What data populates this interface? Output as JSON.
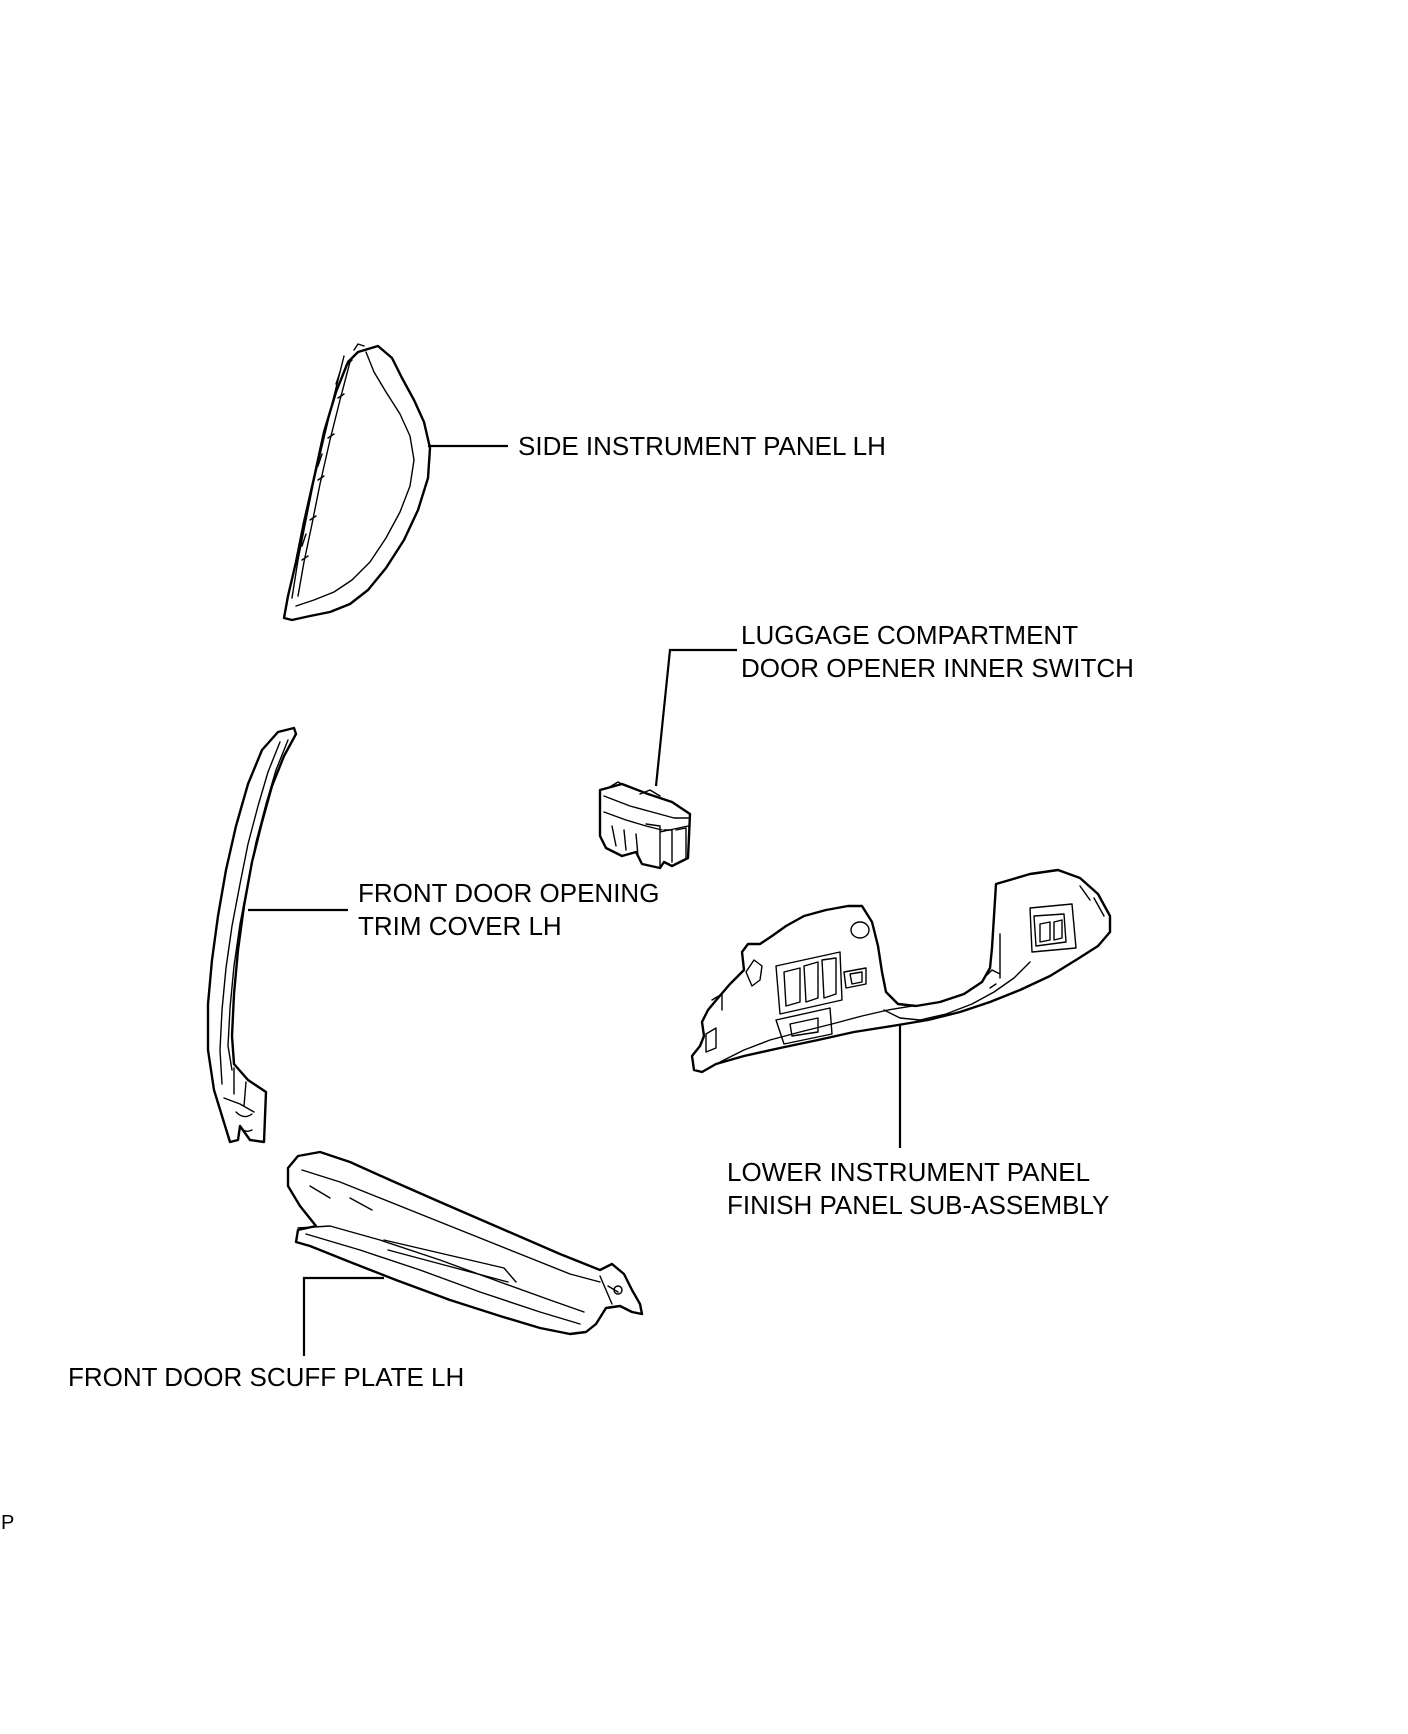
{
  "labels": {
    "side_panel": "SIDE INSTRUMENT PANEL LH",
    "luggage_line1": "LUGGAGE COMPARTMENT",
    "luggage_line2": "DOOR OPENER INNER SWITCH",
    "trim_line1": "FRONT DOOR OPENING",
    "trim_line2": "TRIM COVER LH",
    "lower_line1": "LOWER INSTRUMENT PANEL",
    "lower_line2": "FINISH PANEL SUB-ASSEMBLY",
    "scuff": "FRONT DOOR SCUFF PLATE LH"
  },
  "corner_mark": "P",
  "colors": {
    "line": "#000000",
    "background": "#ffffff"
  }
}
